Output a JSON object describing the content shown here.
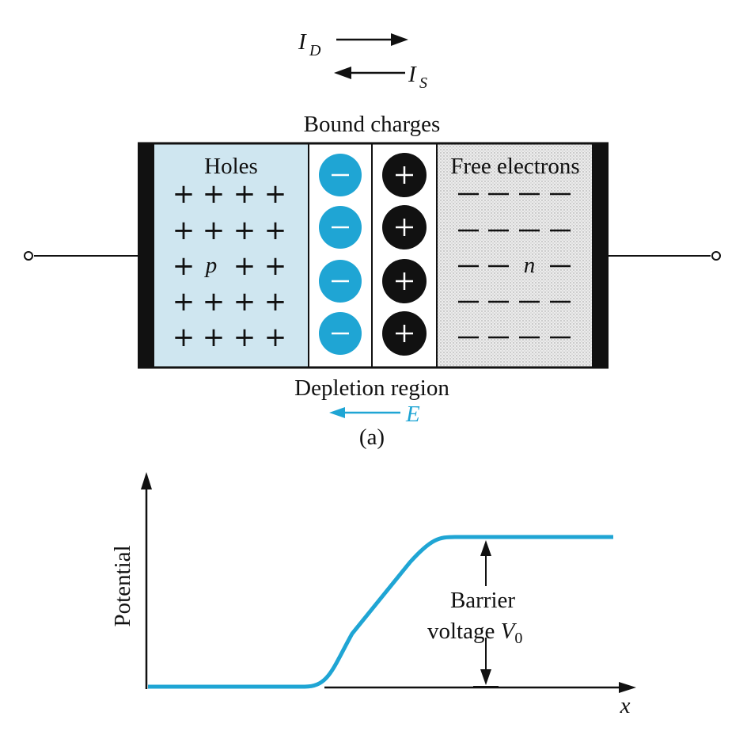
{
  "currents": {
    "drift": {
      "symbol": "I",
      "subscript": "D"
    },
    "diffusion": {
      "symbol": "I",
      "subscript": "S"
    }
  },
  "labels": {
    "bound_charges": "Bound charges",
    "holes": "Holes",
    "free_electrons": "Free electrons",
    "p_region": "p",
    "n_region": "n",
    "depletion_region": "Depletion region",
    "field": "E",
    "caption": "(a)"
  },
  "charges": {
    "p_symbol": "+",
    "n_symbol": "−",
    "negative_ion_symbol": "−",
    "positive_ion_symbol": "+",
    "ion_rows": 4
  },
  "plot": {
    "ylabel": "Potential",
    "xlabel": "x",
    "barrier_line1": "Barrier",
    "barrier_line2_prefix": "voltage ",
    "barrier_symbol": "V",
    "barrier_subscript": "0"
  },
  "colors": {
    "accent_blue": "#1fa5d4",
    "p_region_fill": "#cfe6f0",
    "n_region_fill": "#e6e6e6",
    "contact_black": "#111111",
    "ion_black": "#111111"
  }
}
